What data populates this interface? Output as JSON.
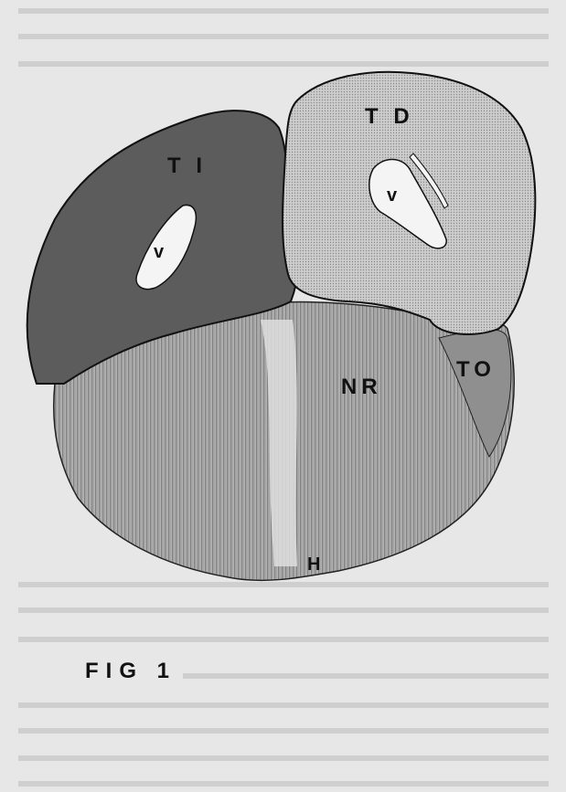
{
  "figure": {
    "caption": "FIG 1",
    "labels": {
      "left_region": "T I",
      "left_cavity": "v",
      "right_region": "T D",
      "right_cavity": "v",
      "center_region": "NR",
      "right_lower_region": "TO",
      "bottom_region": "H"
    }
  },
  "colors": {
    "paper": "#e7e7e7",
    "dark_region": "#5a5a5a",
    "light_region": "#c8c8c8",
    "textured_region": "#9a9a9a",
    "outline": "#111111"
  }
}
